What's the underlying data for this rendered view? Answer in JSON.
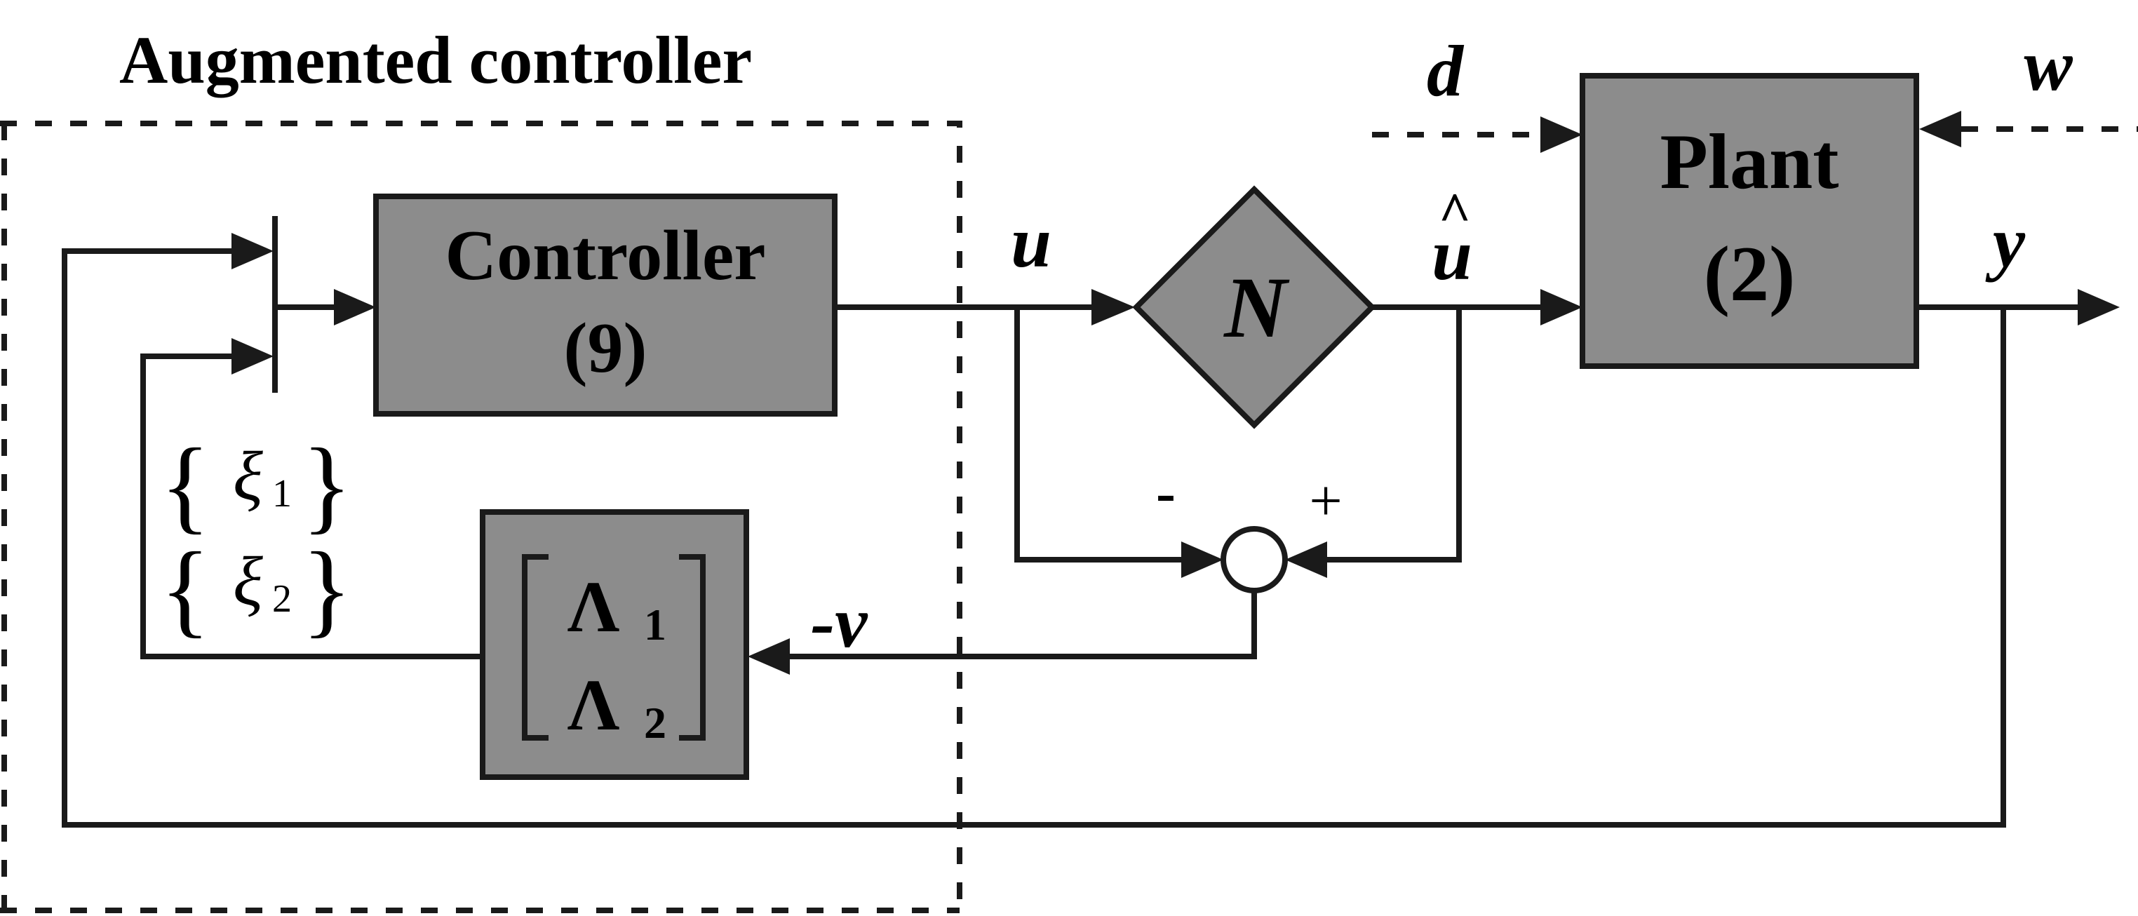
{
  "title": "Augmented controller",
  "blocks": {
    "controller": {
      "name": "Controller",
      "ref": "(9)"
    },
    "nonlinearity": {
      "symbol": "N"
    },
    "plant": {
      "name": "Plant",
      "ref": "(2)"
    },
    "lambda": {
      "row1": "Λ",
      "row1_sub": "1",
      "row2": "Λ",
      "row2_sub": "2"
    }
  },
  "signals": {
    "u": "u",
    "u_hat": "u",
    "hat_mark": "^",
    "y": "y",
    "d": "d",
    "w": "w",
    "minus_v": "-v",
    "minus": "-",
    "plus": "+",
    "xi1": "ξ",
    "xi1_sub": "1",
    "xi2": "ξ",
    "xi2_sub": "2"
  }
}
